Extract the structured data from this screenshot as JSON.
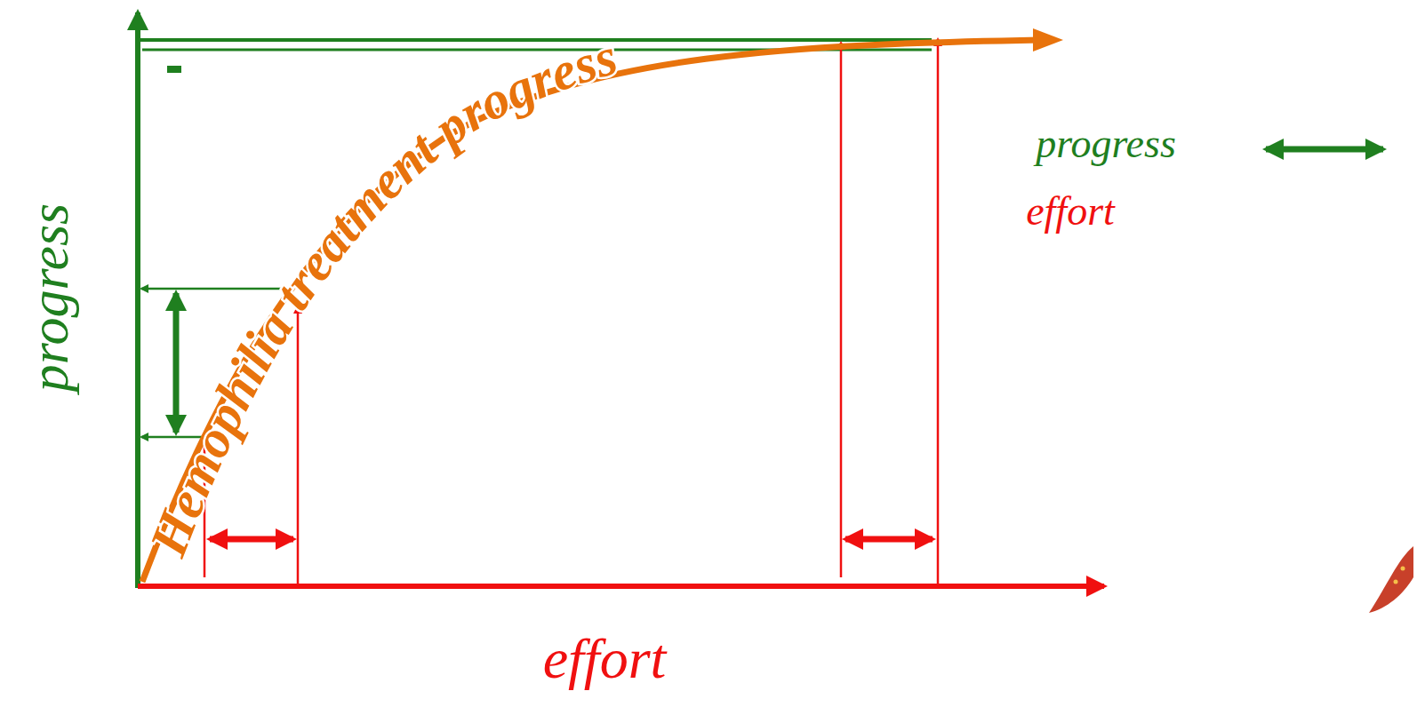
{
  "diagram": {
    "labels": [
      "progress",
      "effort",
      "Hemophilia treatment progress",
      "progress",
      "effort"
    ]
  }
}
